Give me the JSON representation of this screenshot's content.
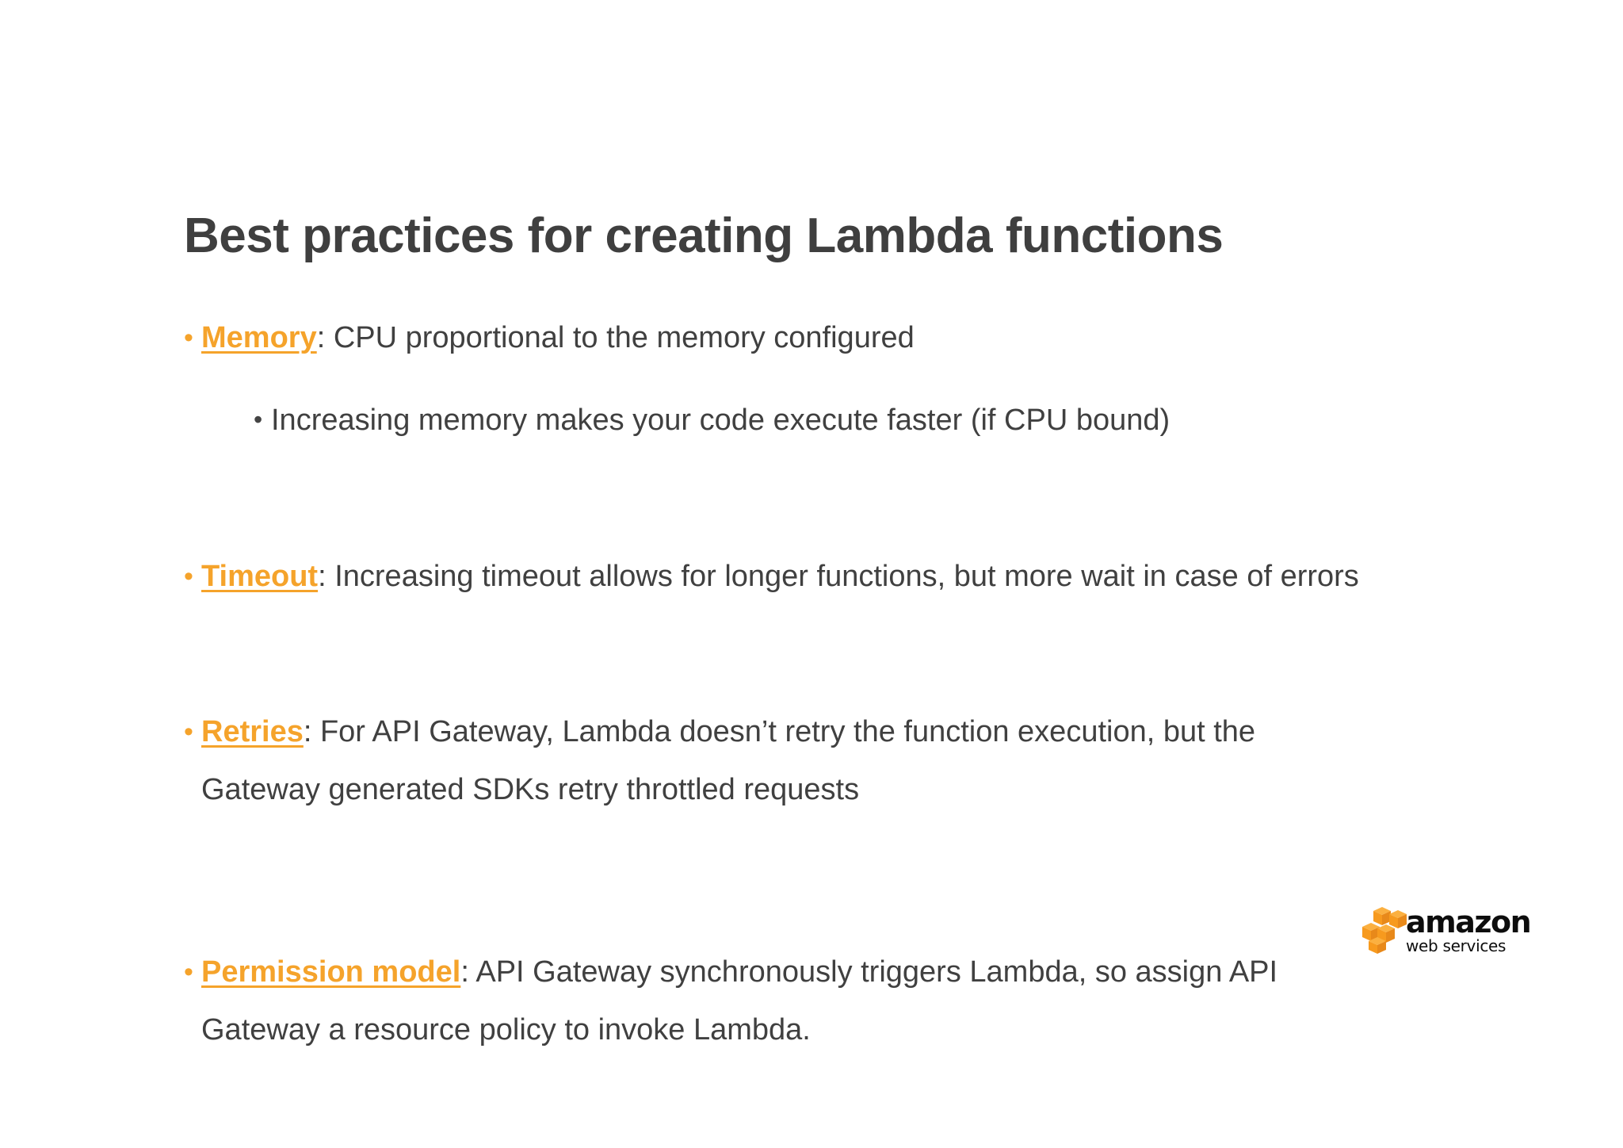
{
  "slide": {
    "title": "Best practices for creating Lambda functions",
    "accent_color": "#F5A32B",
    "text_color": "#404040",
    "background_color": "#FFFFFF",
    "bullet_glyph": "•"
  },
  "bullets": [
    {
      "level": 1,
      "term": "Memory",
      "text": ": CPU proportional to the memory configured"
    },
    {
      "level": 2,
      "term": "",
      "text": "Increasing memory makes your code execute faster (if CPU bound)"
    },
    {
      "level": 1,
      "term": "Timeout",
      "text": ": Increasing timeout allows for longer functions, but more wait in case of errors"
    },
    {
      "level": 1,
      "term": "Retries",
      "text": ": For API Gateway, Lambda doesn’t retry the function execution, but the",
      "continuation": "Gateway generated SDKs retry throttled requests"
    },
    {
      "level": 1,
      "term": "Permission model",
      "text": ": API Gateway synchronously triggers Lambda, so assign API",
      "continuation": "Gateway a resource policy to invoke Lambda."
    }
  ],
  "logo": {
    "name": "aws-logo",
    "wordmark": "amazon",
    "subtitle": "web services",
    "cube_color": "#F79A1E",
    "cube_top_color": "#FBB040",
    "cube_side_color": "#E8891A"
  }
}
